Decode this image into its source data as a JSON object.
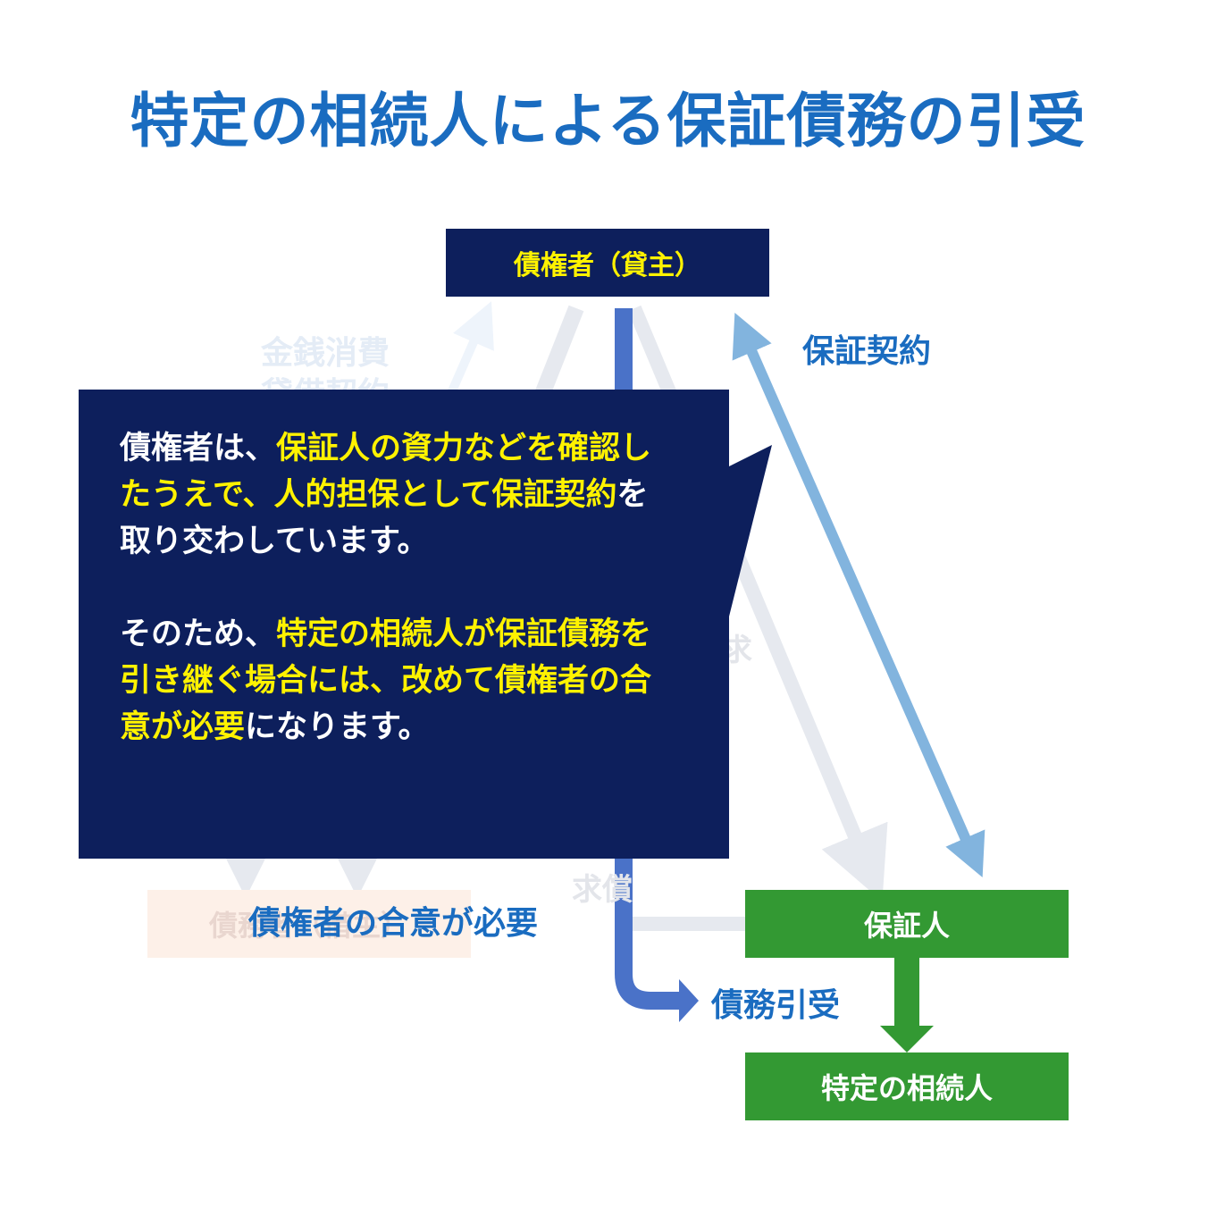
{
  "title": "特定の相続人による保証債務の引受",
  "nodes": {
    "creditor": "債権者（貸主）",
    "guarantor": "保証人",
    "heir": "特定の相続人",
    "debtor": "債務者（借主）"
  },
  "edges": {
    "guarantee_contract": "保証契約",
    "loan_contract_line1": "金銭消費",
    "loan_contract_line2": "貸借契約",
    "claim": "求",
    "reimbursement": "求償",
    "consent_needed": "債権者の合意が必要",
    "debt_assumption": "債務引受"
  },
  "callout": {
    "p1": [
      {
        "text": "債権者は、",
        "highlight": false
      },
      {
        "text": "保証人の資力などを確認したうえで、人的担保として保証契約",
        "highlight": true
      },
      {
        "text": "を取り交わしています。",
        "highlight": false
      }
    ],
    "p2": [
      {
        "text": "そのため、",
        "highlight": false
      },
      {
        "text": "特定の相続人が保証債務を引き継ぐ場合には、改めて債権者の合意が必要",
        "highlight": true
      },
      {
        "text": "になります。",
        "highlight": false
      }
    ]
  },
  "colors": {
    "title": "#1a6cc0",
    "navy": "#0d1f5c",
    "highlight": "#fff200",
    "green": "#339933",
    "arrow_light_blue": "#82b4de",
    "arrow_blue": "#4a72c8"
  }
}
